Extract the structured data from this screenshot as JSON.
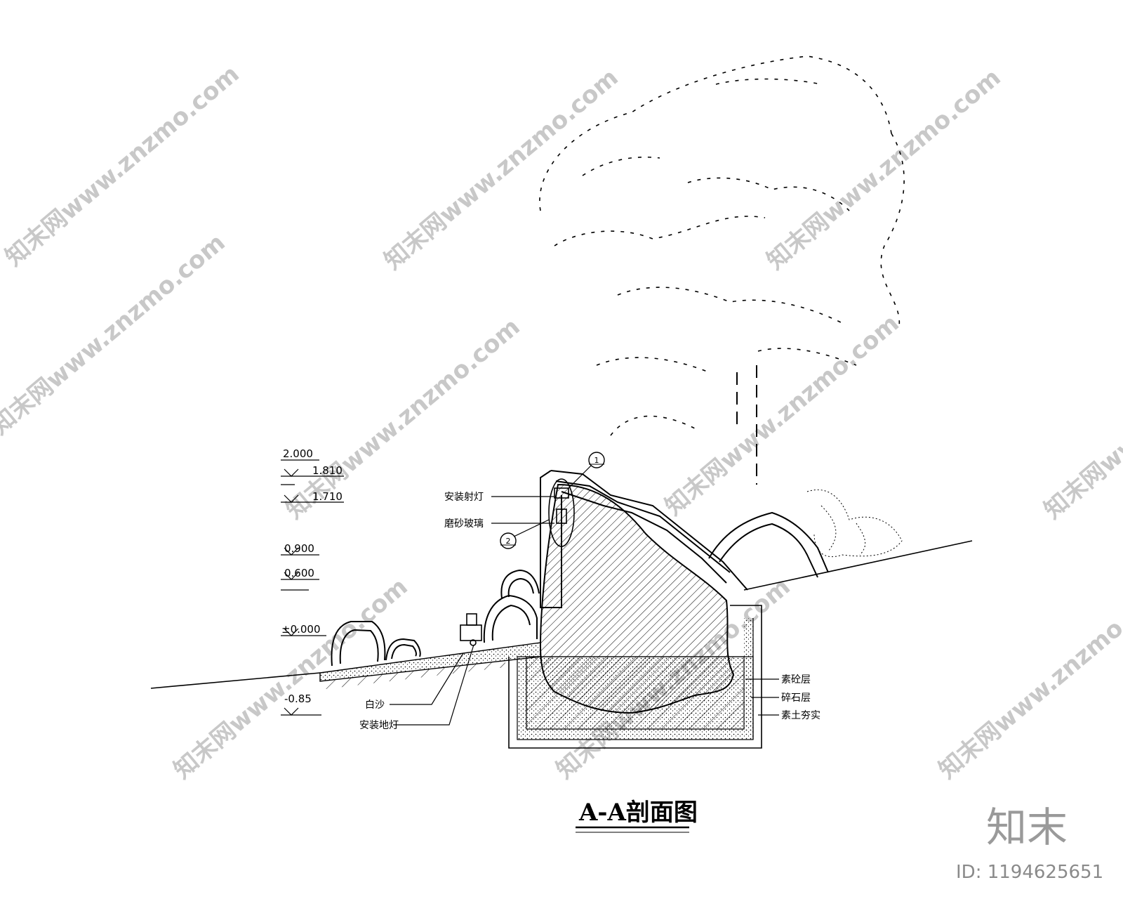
{
  "drawing": {
    "title": "A-A剖面图",
    "elevations": [
      "2.000",
      "1.810",
      "1.710",
      "0.900",
      "0.600",
      "±0.000",
      "-0.85"
    ],
    "callouts": {
      "spotlight": "安装射灯",
      "frosted_glass": "磨砂玻璃",
      "white_sand": "白沙",
      "ground_light": "安装地灯",
      "cushion_layer": "素砼层",
      "gravel_layer": "碎石层",
      "compacted_soil": "素土夯实"
    },
    "markers": [
      "1",
      "2"
    ]
  },
  "watermark": {
    "text": "知末网www.znzmo.com",
    "logo": "知末",
    "id": "ID: 1194625651"
  }
}
